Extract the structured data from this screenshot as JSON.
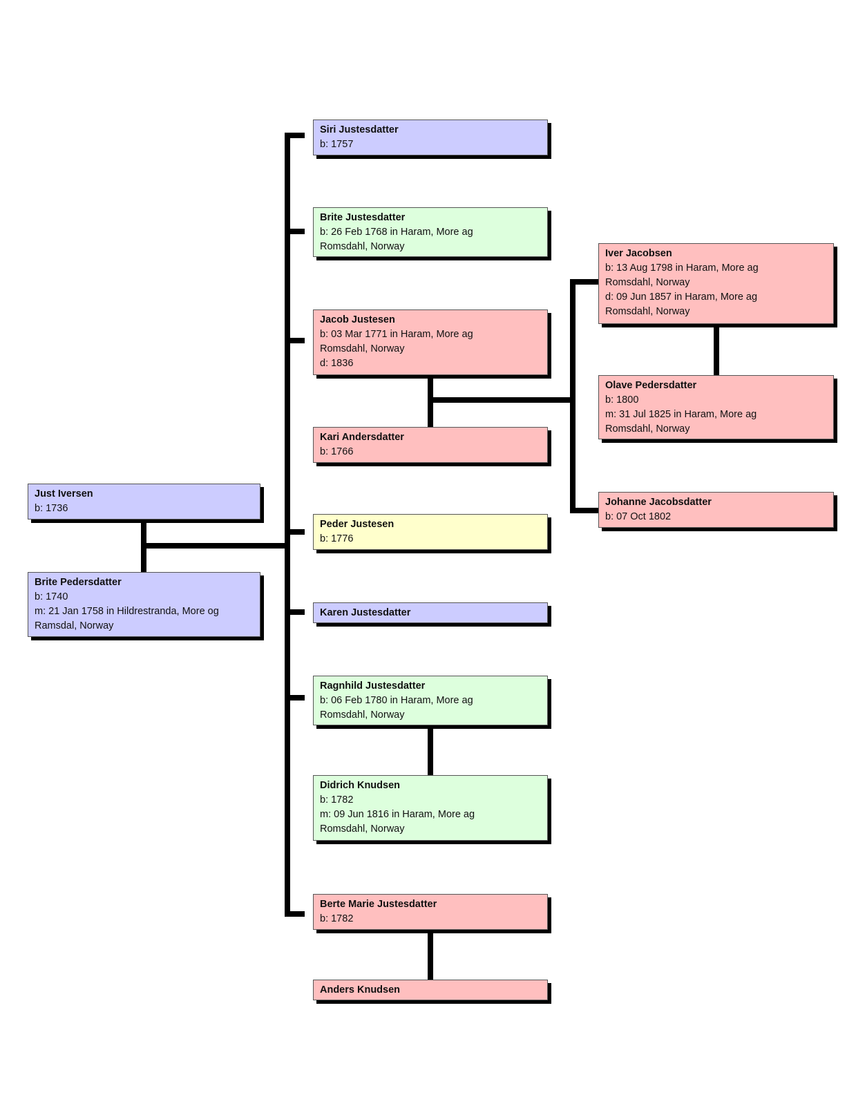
{
  "colors": {
    "blue": "#ccccff",
    "green": "#ddffdd",
    "pink": "#ffbfbf",
    "yellow": "#ffffcc",
    "connector": "#000000"
  },
  "people": {
    "just_iversen": {
      "name": "Just Iversen",
      "lines": [
        "b: 1736"
      ]
    },
    "brite_pedersdatter": {
      "name": "Brite Pedersdatter",
      "lines": [
        "b: 1740",
        "m: 21 Jan 1758 in Hildrestranda, More og",
        "Ramsdal, Norway"
      ]
    },
    "siri_justesdatter": {
      "name": "Siri Justesdatter",
      "lines": [
        "b: 1757"
      ]
    },
    "brite_justesdatter": {
      "name": "Brite Justesdatter",
      "lines": [
        "b: 26 Feb 1768 in Haram, More ag",
        "Romsdahl, Norway"
      ]
    },
    "jacob_justesen": {
      "name": "Jacob Justesen",
      "lines": [
        "b: 03 Mar 1771 in Haram, More ag",
        "Romsdahl, Norway",
        "d: 1836"
      ]
    },
    "kari_andersdatter": {
      "name": "Kari Andersdatter",
      "lines": [
        "b: 1766"
      ]
    },
    "peder_justesen": {
      "name": "Peder Justesen",
      "lines": [
        "b: 1776"
      ]
    },
    "karen_justesdatter": {
      "name": "Karen Justesdatter",
      "lines": []
    },
    "ragnhild_justesdatter": {
      "name": "Ragnhild Justesdatter",
      "lines": [
        "b: 06 Feb 1780 in Haram, More ag",
        "Romsdahl, Norway"
      ]
    },
    "didrich_knudsen": {
      "name": "Didrich Knudsen",
      "lines": [
        "b: 1782",
        "m: 09 Jun 1816 in Haram, More ag",
        "Romsdahl, Norway"
      ]
    },
    "berte_marie_justesdatter": {
      "name": "Berte Marie Justesdatter",
      "lines": [
        "b: 1782"
      ]
    },
    "anders_knudsen": {
      "name": "Anders Knudsen",
      "lines": []
    },
    "iver_jacobsen": {
      "name": "Iver Jacobsen",
      "lines": [
        "b: 13 Aug 1798 in Haram, More ag",
        "Romsdahl, Norway",
        "d: 09 Jun 1857 in Haram, More ag",
        "Romsdahl, Norway"
      ]
    },
    "olave_pedersdatter": {
      "name": "Olave Pedersdatter",
      "lines": [
        "b: 1800",
        "m: 31 Jul 1825 in Haram, More ag",
        "Romsdahl, Norway"
      ]
    },
    "johanne_jacobsdatter": {
      "name": "Johanne Jacobsdatter",
      "lines": [
        "b: 07 Oct 1802"
      ]
    }
  }
}
